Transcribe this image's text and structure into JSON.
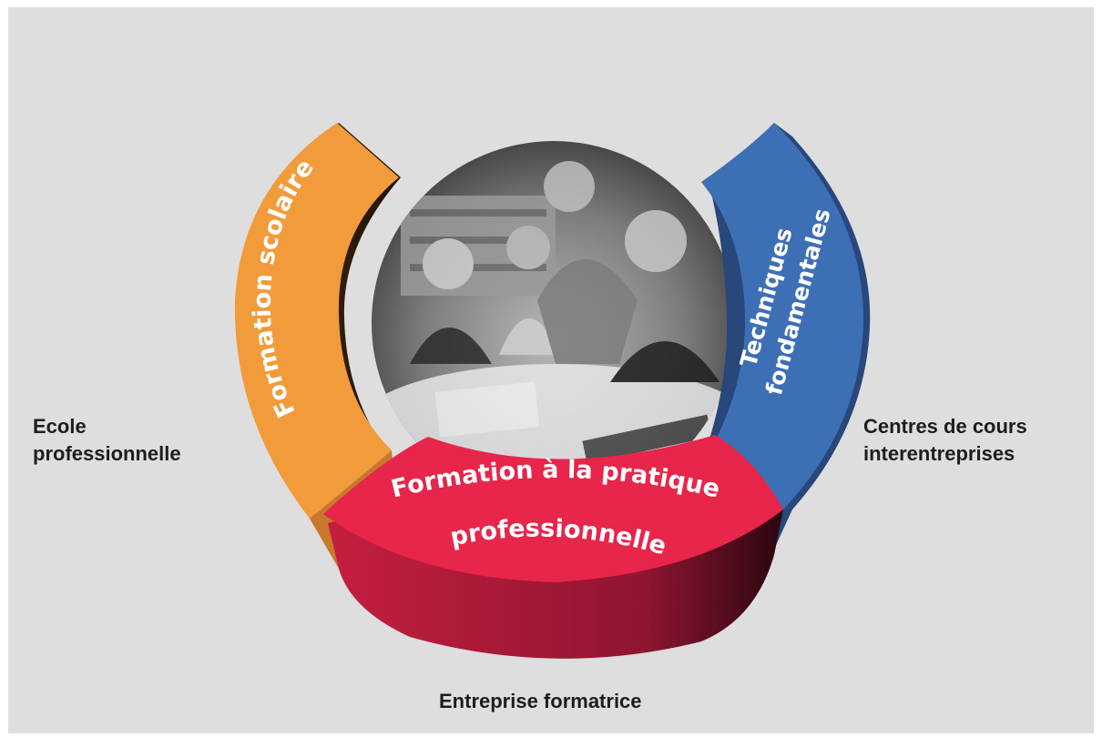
{
  "segments": {
    "left": {
      "label": "Formation scolaire",
      "color": "#f29b3b",
      "shade": "#3a2410"
    },
    "right": {
      "label_line1": "Techniques",
      "label_line2": "fondamentales",
      "color": "#3d6fb5",
      "shade": "#28477a"
    },
    "bottom": {
      "label_line1": "Formation à la pratique",
      "label_line2": "professionnelle",
      "color": "#e8254a",
      "shade": "#8e1530"
    }
  },
  "locations": {
    "left": {
      "line1": "Ecole",
      "line2": "professionnelle"
    },
    "right": {
      "line1": "Centres de cours",
      "line2": "interentreprises"
    },
    "bottom": {
      "line1": "Entreprise formatrice"
    }
  },
  "center_image": {
    "description_icon": "photo-icon"
  }
}
